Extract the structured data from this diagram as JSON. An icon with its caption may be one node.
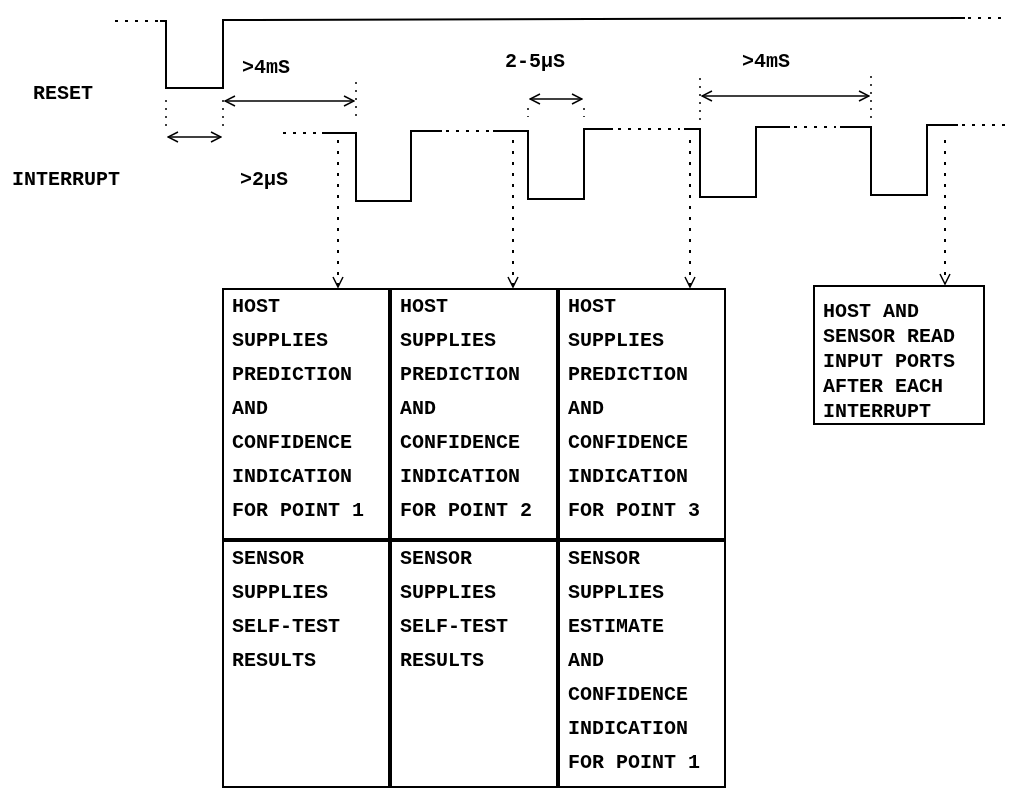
{
  "diagram": {
    "nodes": [
      {
        "text": [
          "HOST SUPPLIES PREDICTION AND CONFIDENCE INDICATION FOR POINT 1"
        ]
      },
      {
        "text": [
          "HOST SUPPLIES PREDICTION AND CONFIDENCE INDICATION FOR POINT 2"
        ]
      },
      {
        "text": [
          "HOST SUPPLIES PREDICTION AND CONFIDENCE INDICATION FOR POINT 3"
        ]
      },
      {
        "text": [
          "HOST AND SENSOR READ INPUT PORTS AFTER EACH INTERRUPT"
        ]
      },
      {
        "text": [
          "SENSOR SUPPLIES SELF-TEST RESULTS"
        ]
      },
      {
        "text": [
          "SENSOR SUPPLIES SELF-TEST RESULTS"
        ]
      },
      {
        "text": [
          "SENSOR SUPPLIES ESTIMATE AND CONFIDENCE INDICATION FOR POINT 1"
        ]
      }
    ],
    "edges": [
      {
        "from": null,
        "to": 0,
        "arrow": "to",
        "style": "dashed"
      },
      {
        "from": null,
        "to": 1,
        "arrow": "to",
        "style": "dashed"
      },
      {
        "from": null,
        "to": 2,
        "arrow": "to",
        "style": "dashed"
      },
      {
        "from": null,
        "to": 3,
        "arrow": "to",
        "style": "dashed"
      }
    ],
    "labels": [
      "RESET",
      ">4mS",
      "2-5µS",
      ">4mS",
      "INTERRUPT",
      ">2µS"
    ]
  }
}
